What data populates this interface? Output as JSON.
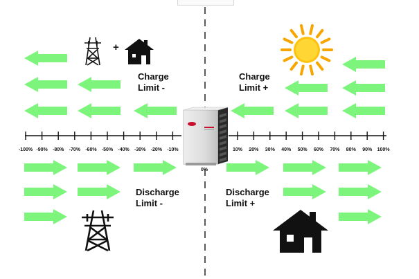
{
  "labels": {
    "charge_limit_neg": [
      "Charge",
      "Limit -"
    ],
    "charge_limit_pos": [
      "Charge",
      "Limit +"
    ],
    "discharge_limit_neg": [
      "Discharge",
      "Limit -"
    ],
    "discharge_limit_pos": [
      "Discharge",
      "Limit +"
    ],
    "plus_sign": "+",
    "center_zero": "0%"
  },
  "scale": {
    "negative_ticks": [
      "-100%",
      "-90%",
      "-80%",
      "-70%",
      "-60%",
      "-50%",
      "-40%",
      "-30%",
      "-20%",
      "-10%"
    ],
    "positive_ticks": [
      "10%",
      "20%",
      "30%",
      "40%",
      "50%",
      "60%",
      "70%",
      "80%",
      "90%",
      "100%"
    ]
  },
  "icons": {
    "grid": "power-pylon-icon",
    "home": "house-icon",
    "sun": "sun-icon",
    "battery": "battery-inverter-icon"
  },
  "colors": {
    "arrow": "#7df57d",
    "sun_rays": "#f7a600",
    "sun_core": "#ffd21a",
    "ink": "#111111",
    "battery_body": "#d9d9d9",
    "battery_panel": "#2a2a2a",
    "battery_logo": "#c8102e"
  },
  "arrows": {
    "charge_left_rows": [
      {
        "direction": "left",
        "count": 1
      },
      {
        "direction": "left",
        "count": 2
      },
      {
        "direction": "left",
        "count": 3
      }
    ],
    "charge_right_rows": [
      {
        "direction": "left",
        "count": 1
      },
      {
        "direction": "left",
        "count": 2
      },
      {
        "direction": "left",
        "count": 3
      }
    ],
    "discharge_left_rows": [
      {
        "direction": "right",
        "count": 3
      },
      {
        "direction": "right",
        "count": 2
      },
      {
        "direction": "right",
        "count": 1
      }
    ],
    "discharge_right_rows": [
      {
        "direction": "right",
        "count": 3
      },
      {
        "direction": "right",
        "count": 2
      },
      {
        "direction": "right",
        "count": 1
      }
    ]
  }
}
